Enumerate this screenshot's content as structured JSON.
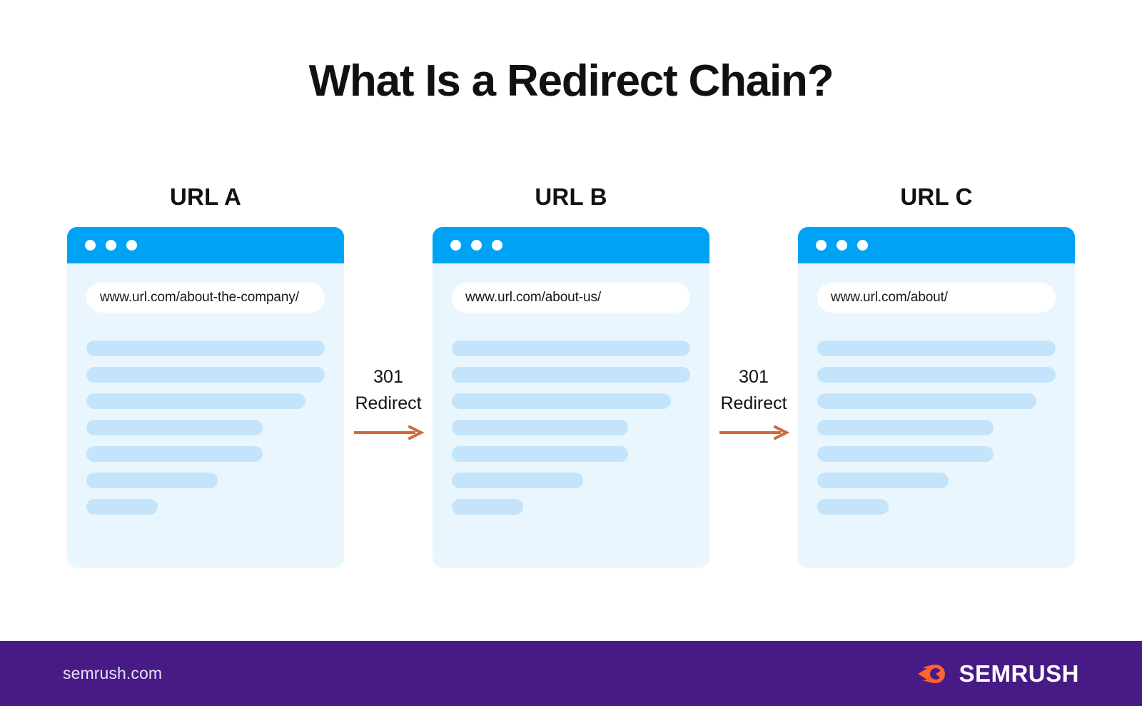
{
  "page": {
    "title": "What Is a Redirect Chain?",
    "background_color": "#ffffff"
  },
  "colors": {
    "browser_chrome": "#00a3f4",
    "browser_body": "#eaf6fd",
    "content_bar": "#c3e4fb",
    "arrow": "#d2693c",
    "footer_background": "#471a86",
    "brand_orange": "#ff642d",
    "title_text": "#111111"
  },
  "diagram": {
    "type": "redirect-chain",
    "steps": [
      {
        "label": "URL A",
        "url": "www.url.com/about-the-company/",
        "chrome_dots": 3,
        "content_bar_widths": [
          "100%",
          "100%",
          "92%",
          "74%",
          "74%",
          "55%",
          "30%"
        ]
      },
      {
        "label": "URL B",
        "url": "www.url.com/about-us/",
        "chrome_dots": 3,
        "content_bar_widths": [
          "100%",
          "100%",
          "92%",
          "74%",
          "74%",
          "55%",
          "30%"
        ]
      },
      {
        "label": "URL C",
        "url": "www.url.com/about/",
        "chrome_dots": 3,
        "content_bar_widths": [
          "100%",
          "100%",
          "92%",
          "74%",
          "74%",
          "55%",
          "30%"
        ]
      }
    ],
    "connectors": [
      {
        "code": "301",
        "action": "Redirect",
        "direction": "right"
      },
      {
        "code": "301",
        "action": "Redirect",
        "direction": "right"
      }
    ]
  },
  "footer": {
    "site": "semrush.com",
    "brand_name": "SEMRUSH",
    "logo_icon": "semrush-comet-icon"
  }
}
